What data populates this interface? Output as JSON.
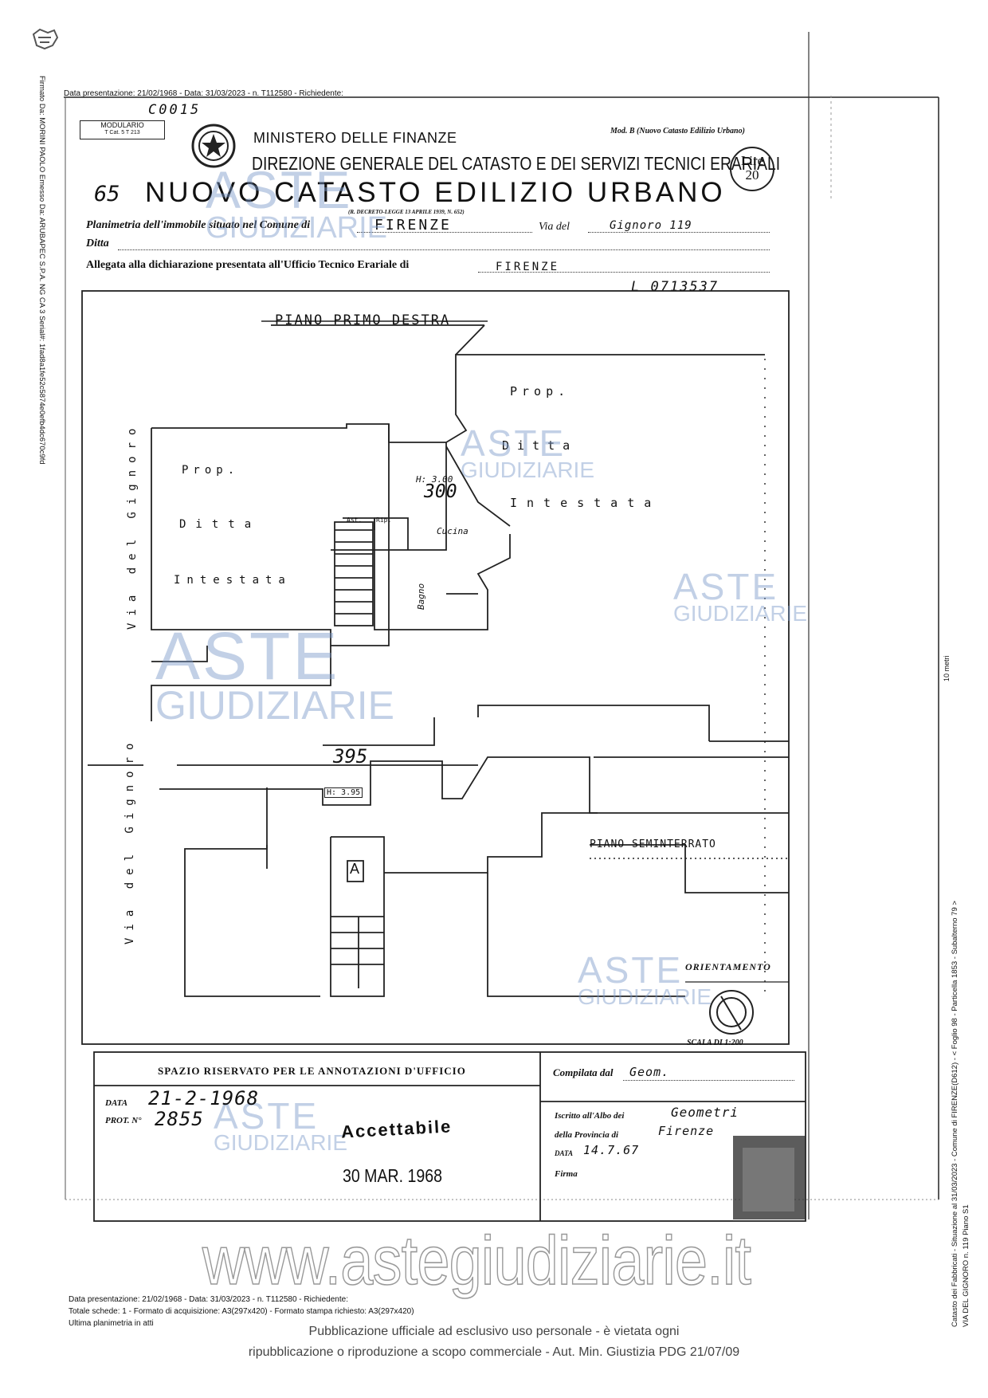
{
  "side_left": "Firmato Da: MORINI PAOLO Emesso Da: ARUBAPEC S.P.A. NG CA 3 Serial#: 1fad8a1fe52c5874e0efb4dc670c9fd",
  "side_right_1": "Catasto dei Fabbricati - Situazione al 31/03/2023 - Comune di FIRENZE(D612) - < Foglio 98 - Particella 1853 - Subalterno 79 >",
  "side_right_2": "VIA DEL GIGNORO n. 119 Piano S1",
  "side_right_3": "10 metri",
  "top_line": "Data presentazione: 21/02/1968 - Data: 31/03/2023 - n. T112580 - Richiedente:",
  "modulario": "MODULARIO",
  "modulario_code": "T   Cat. 5 T   213",
  "hand_code": "C0015",
  "ministry": "MINISTERO DELLE FINANZE",
  "direction": "DIREZIONE GENERALE DEL CATASTO E DEI SERVIZI TECNICI ERARIALI",
  "mod_b": "Mod. B (Nuovo Catasto Edilizio Urbano)",
  "lire": "Lire",
  "lire_value": "20",
  "number_65": "65",
  "title": "NUOVO CATASTO EDILIZIO URBANO",
  "decree": "(R. DECRETO-LEGGE 13 APRILE 1939, N. 652)",
  "planimetria_label": "Planimetria dell'immobile situato nel Comune di",
  "comune": "FIRENZE",
  "via_label": "Via del",
  "via_value": "Gignoro 119",
  "ditta_label": "Ditta",
  "allegata_label": "Allegata alla dichiarazione presentata all'Ufficio Tecnico Erariale di",
  "ufficio": "FIRENZE",
  "protocol_code": "L 0713537",
  "plan": {
    "piano_primo": "PIANO PRIMO DESTRA",
    "prop_1": "Prop.",
    "ditta_1": "Ditta",
    "intestata_1": "Intestata",
    "prop_2": "Prop.",
    "ditta_2": "Ditta",
    "intestata_2": "Intestata",
    "h_300": "H: 3.00",
    "n_300": "300",
    "ast": "Ast.",
    "rip": "Rip.",
    "cucina": "Cucina",
    "bagno": "Bagno",
    "via_gignoro_1": "Via del Gignoro",
    "via_gignoro_2": "Via del Gignoro",
    "n_395": "395",
    "h_395": "H: 3.95",
    "letter_a": "A",
    "piano_seminterrato": "PIANO SEMINTERRATO",
    "orientamento": "ORIENTAMENTO",
    "scala": "SCALA DI 1:200"
  },
  "watermark_aste": "ASTE",
  "watermark_giudiziarie": "GIUDIZIARIE",
  "annotazioni_header": "SPAZIO RISERVATO PER LE ANNOTAZIONI D'UFFICIO",
  "data_label": "DATA",
  "data_value": "21-2-1968",
  "prot_label": "PROT. N°",
  "prot_value": "2855",
  "stamp_accettabile": "Accettabile",
  "stamp_date": "30 MAR. 1968",
  "compilata_label": "Compilata dal",
  "compilata_value": "Geom.",
  "iscritto_label": "Iscritto all'Albo dei",
  "iscritto_value": "Geometri",
  "provincia_label": "della Provincia di",
  "provincia_value": "Firenze",
  "data2_label": "DATA",
  "data2_value": "14.7.67",
  "firma_label": "Firma",
  "footer_1": "Data presentazione: 21/02/1968 - Data: 31/03/2023 - n. T112580 - Richiedente:",
  "footer_2": "Totale schede: 1 - Formato di acquisizione: A3(297x420) - Formato stampa richiesto: A3(297x420)",
  "footer_3": "Ultima planimetria in atti",
  "website": "www.astegiudiziarie.it",
  "disclaimer_1": "Pubblicazione ufficiale ad esclusivo uso personale - è vietata ogni",
  "disclaimer_2": "ripubblicazione o riproduzione a scopo commerciale - Aut. Min. Giustizia PDG 21/07/09"
}
